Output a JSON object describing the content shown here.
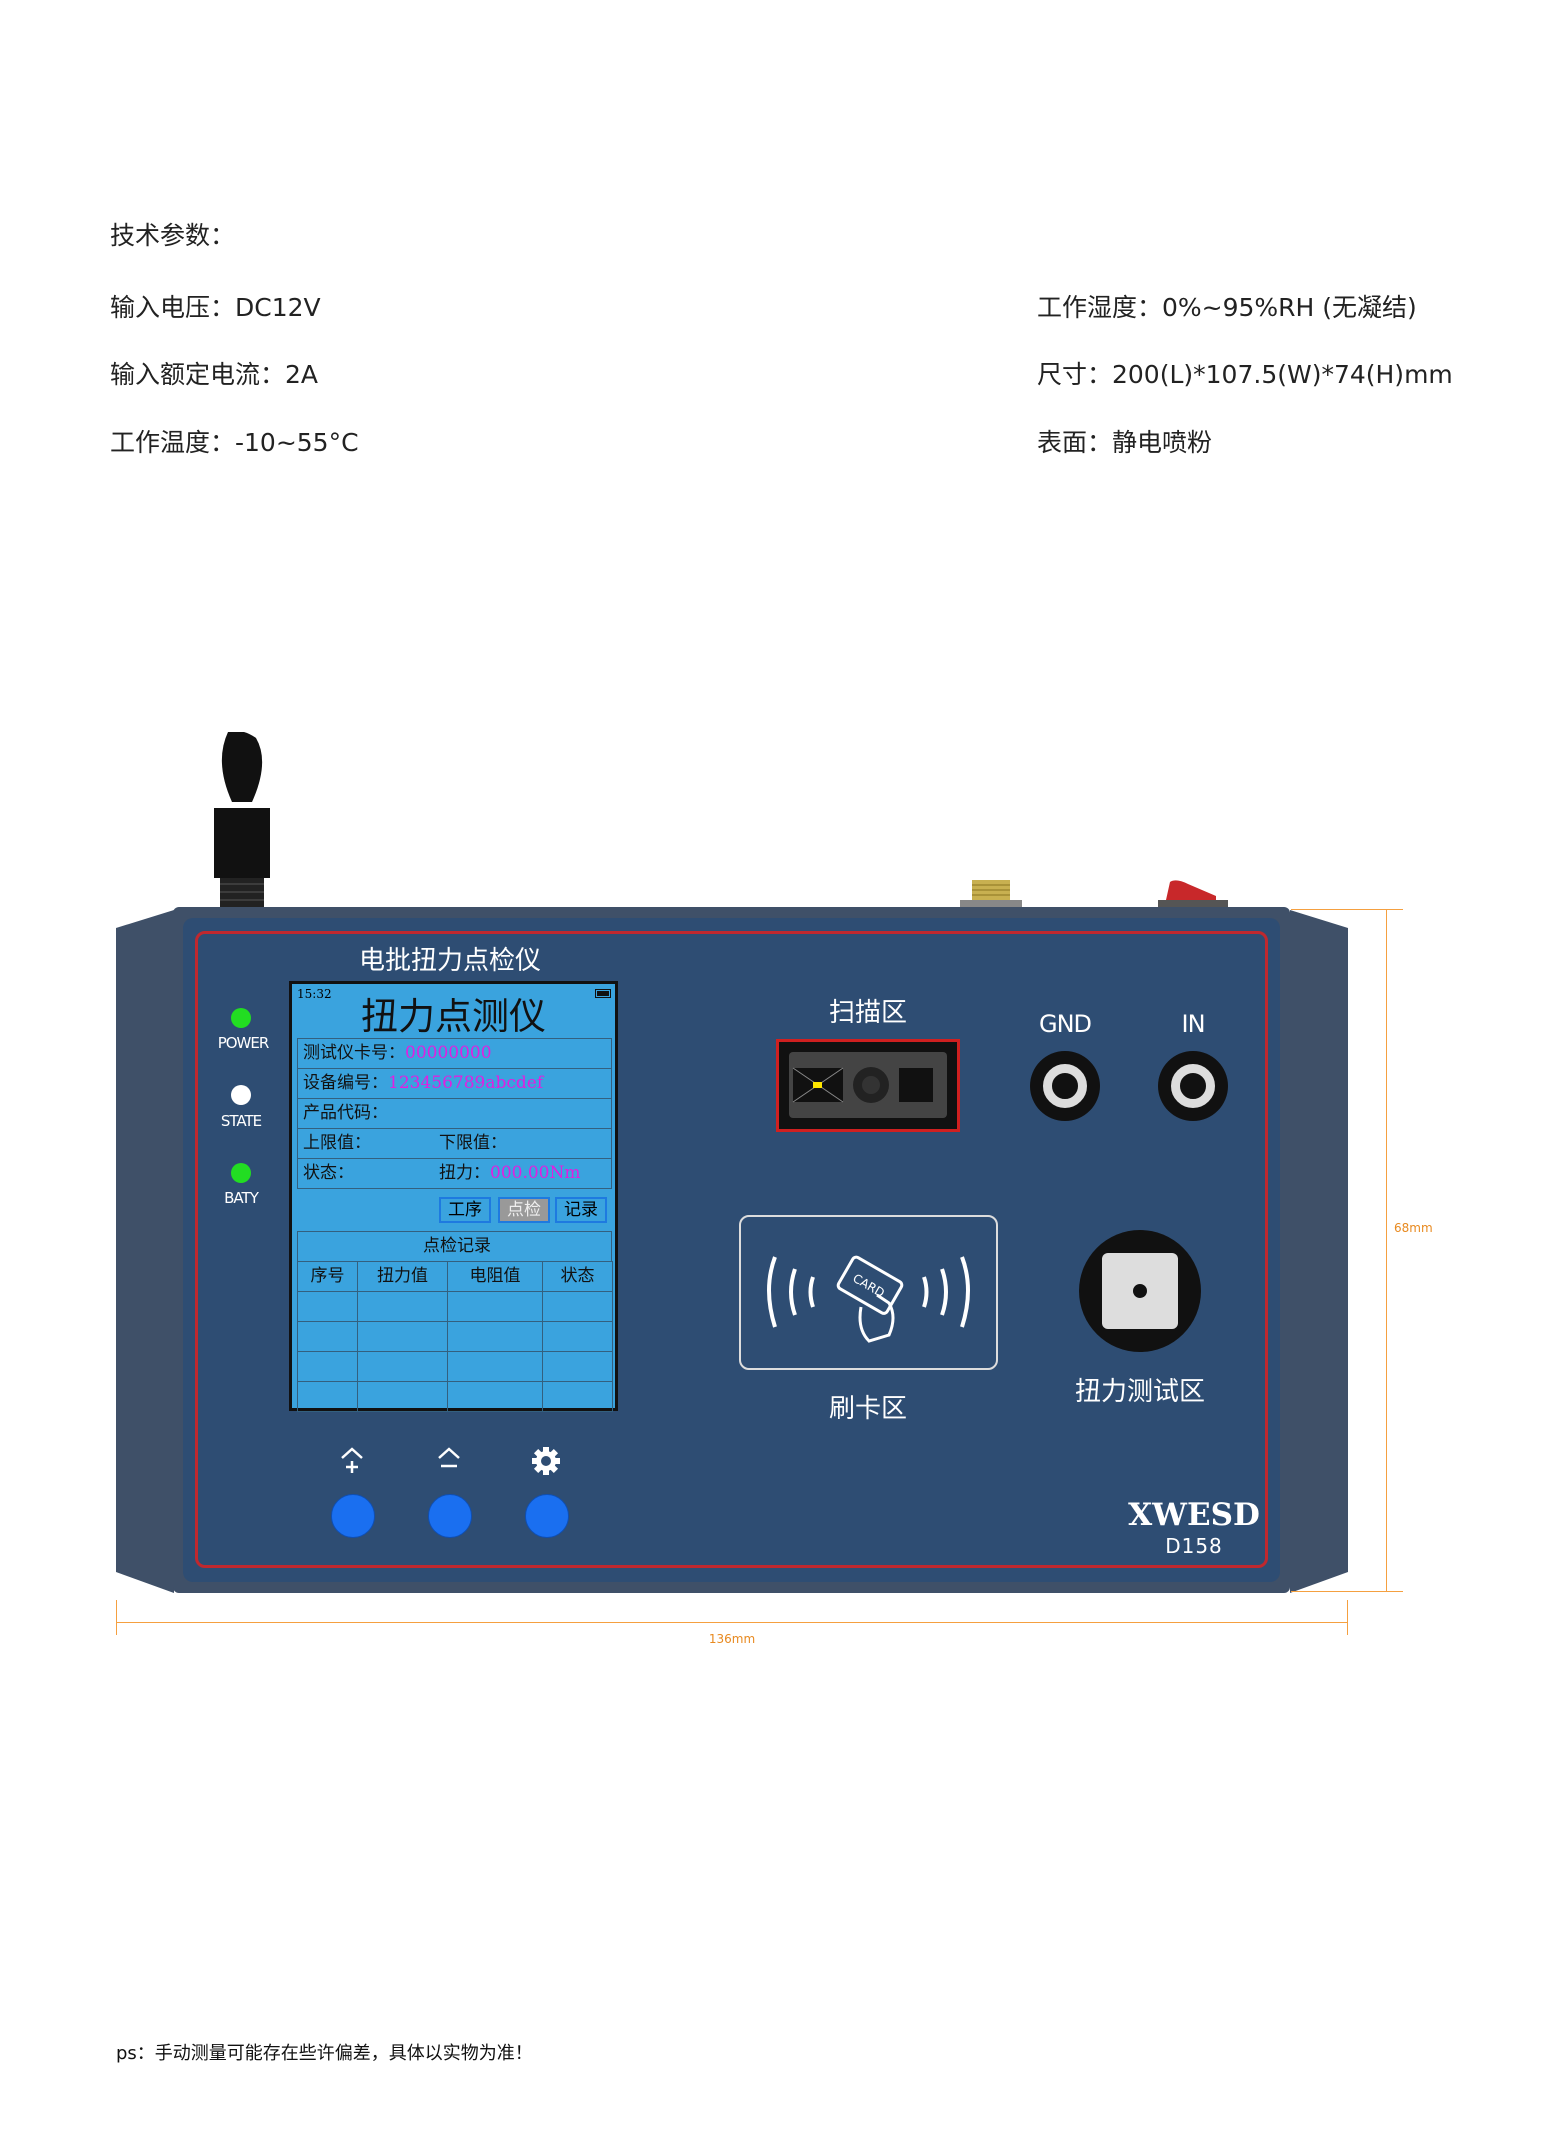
{
  "specs": {
    "title": "技术参数：",
    "left": [
      "输入电压：DC12V",
      "输入额定电流：2A",
      "工作温度：-10~55°C"
    ],
    "right": [
      "工作湿度：0%~95%RH (无凝结)",
      "尺寸：200(L)*107.5(W)*74(H)mm",
      "表面：静电喷粉"
    ]
  },
  "device": {
    "title": "电批扭力点检仪",
    "leds": [
      {
        "label": "POWER",
        "color": "#22dd22"
      },
      {
        "label": "STATE",
        "color": "#ffffff"
      },
      {
        "label": "BATY",
        "color": "#22dd22"
      }
    ],
    "screen": {
      "time": "15:32",
      "title": "扭力点测仪",
      "card_label": "测试仪卡号：",
      "card_value": "00000000",
      "device_label": "设备编号：",
      "device_value": "123456789abcdef",
      "product_label": "产品代码：",
      "upper_label": "上限值：",
      "lower_label": "下限值：",
      "status_label": "状态：",
      "torque_label": "扭力：",
      "torque_value": "000.00Nm",
      "tabs": [
        "工序",
        "点检",
        "记录"
      ],
      "record_title": "点检记录",
      "columns": [
        "序号",
        "扭力值",
        "电阻值",
        "状态"
      ]
    },
    "scan_label": "扫描区",
    "card_area_label": "刷卡区",
    "card_text": "CARD",
    "gnd_label": "GND",
    "in_label": "IN",
    "torque_area_label": "扭力测试区",
    "brand": "XWESD",
    "model": "D158"
  },
  "dimensions": {
    "height": "68mm",
    "width": "136mm"
  },
  "note": "ps：手动测量可能存在些许偏差，具体以实物为准！"
}
